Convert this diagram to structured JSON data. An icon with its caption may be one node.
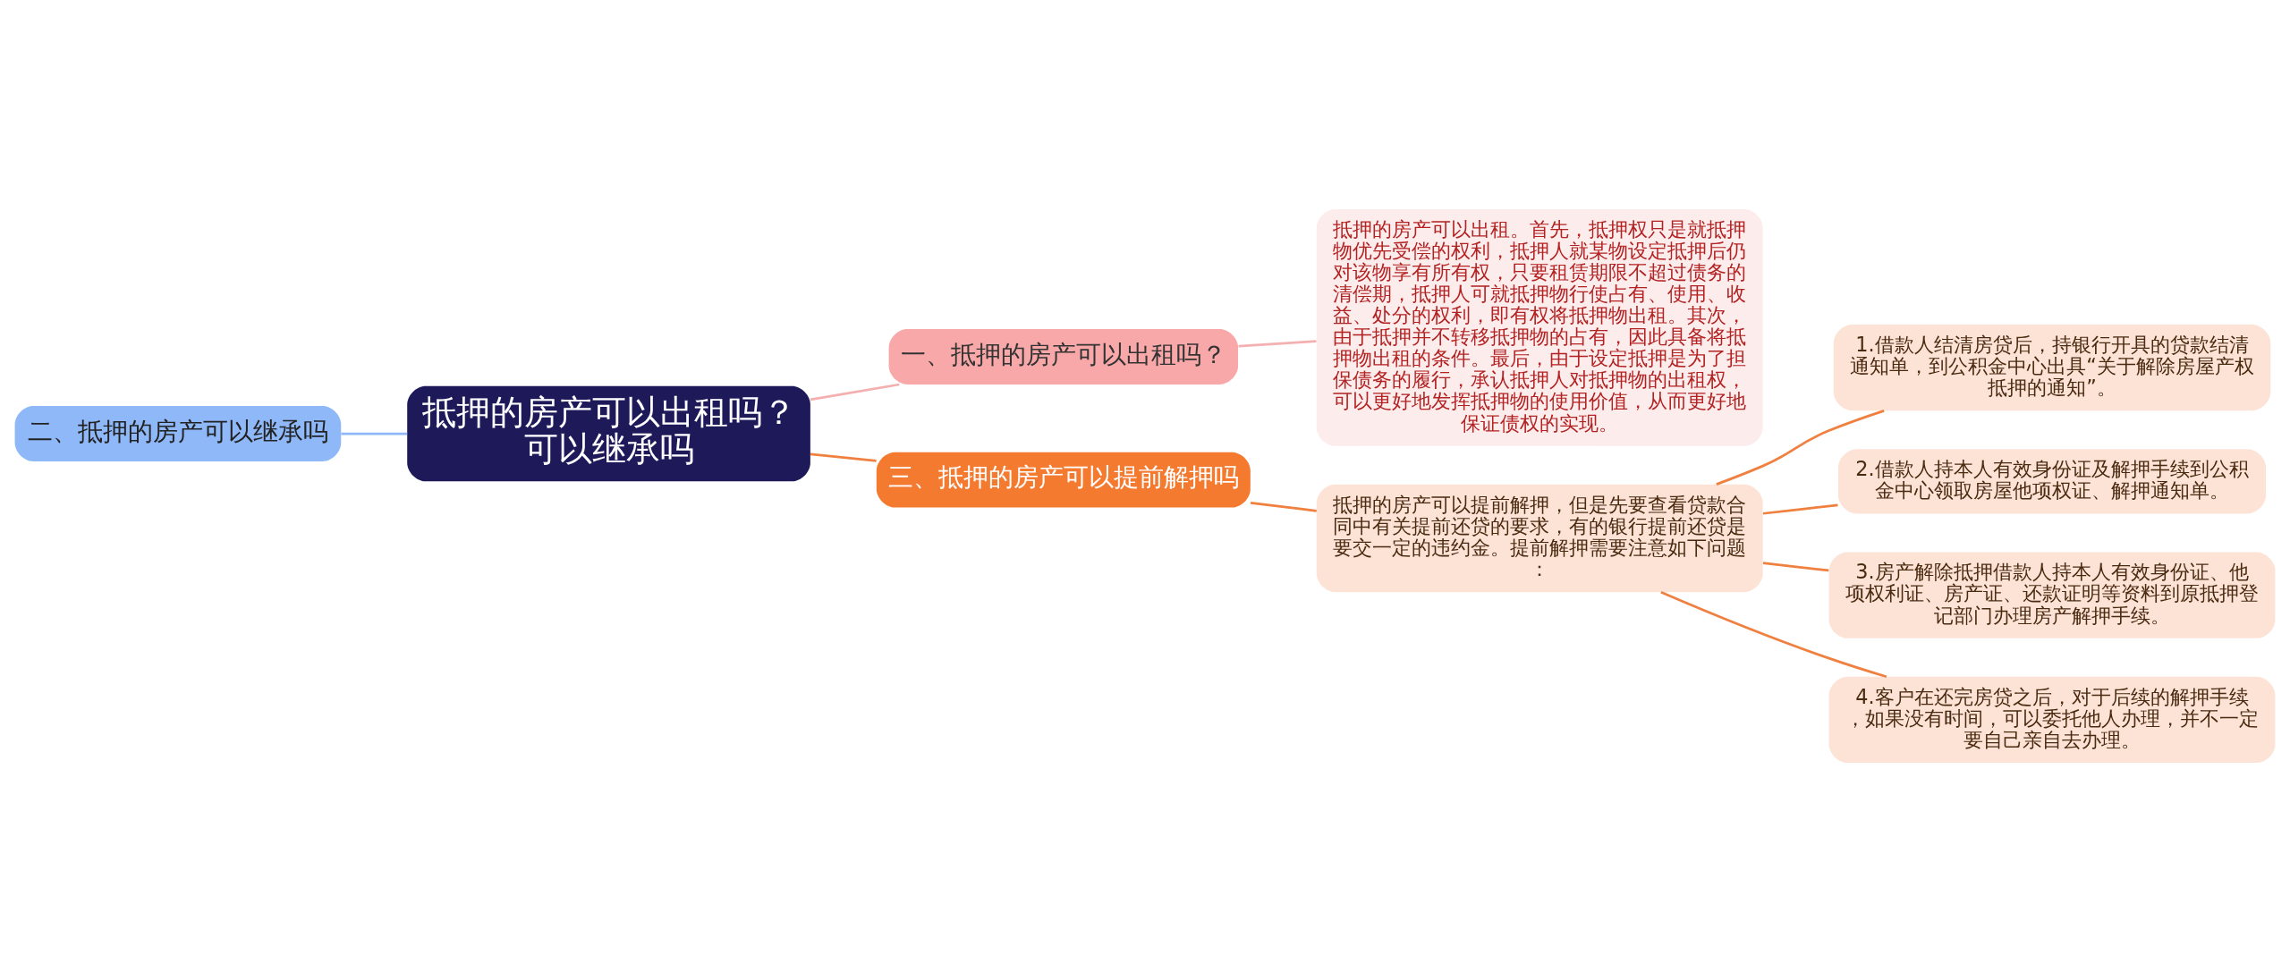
{
  "diagram": {
    "nodes": [
      {
        "text": [
          "抵押的房产可以出租吗？可以继承吗"
        ]
      },
      {
        "text": [
          "二、抵押的房产可以继承吗"
        ]
      },
      {
        "text": [
          "一、抵押的房产可以出租吗？"
        ]
      },
      {
        "text": [
          "抵押的房产可以出租。首先，抵押权只是就抵押物优先受偿的权利，抵押人就某物设定抵押后仍对该物享有所有权，只要租赁期限不超过债务的清偿期，抵押人可就抵押物行使占有、使用、收益、处分的权利，即有权将抵押物出租。其次，由于抵押并不转移抵押物的占有，因此具备将抵押物出租的条件。最后，由于设定抵押是为了担保债务的履行，承认抵押人对抵押物的出租权，可以更好地发挥抵押物的使用价值，从而更好地保证债权的实现。"
        ]
      },
      {
        "text": [
          "三、抵押的房产可以提前解押吗"
        ]
      },
      {
        "text": [
          "抵押的房产可以提前解押，但是先要查看贷款合同中有关提前还贷的要求，有的银行提前还贷是要交一定的违约金。提前解押需要注意如下问题："
        ]
      },
      {
        "text": [
          "1.借款人结清房贷后，持银行开具的贷款结清通知单，到公积金中心出具“关于解除房屋产权抵押的通知”。"
        ]
      },
      {
        "text": [
          "2.借款人持本人有效身份证及解押手续到公积金中心领取房屋他项权证、解押通知单。"
        ]
      },
      {
        "text": [
          "3.房产解除抵押借款人持本人有效身份证、他项权利证、房产证、还款证明等资料到原抵押登记部门办理房产解押手续。"
        ]
      },
      {
        "text": [
          "4.客户在还完房贷之后，对于后续的解押手续，如果没有时间，可以委托他人办理，并不一定要自己亲自去办理。"
        ]
      }
    ],
    "edges": [
      {
        "from": 0,
        "to": 1,
        "arrow": "none",
        "color": "#8fb8f8"
      },
      {
        "from": 0,
        "to": 2,
        "arrow": "none",
        "color": "#f4b0b0"
      },
      {
        "from": 2,
        "to": 3,
        "arrow": "none",
        "color": "#f4b0b0"
      },
      {
        "from": 0,
        "to": 4,
        "arrow": "none"
      },
      {
        "from": 4,
        "to": 5,
        "arrow": "none"
      },
      {
        "from": 5,
        "to": 6,
        "arrow": "none"
      },
      {
        "from": 5,
        "to": 7,
        "arrow": "none"
      },
      {
        "from": 5,
        "to": 8,
        "arrow": "none"
      },
      {
        "from": 5,
        "to": 9,
        "arrow": "none"
      }
    ]
  }
}
